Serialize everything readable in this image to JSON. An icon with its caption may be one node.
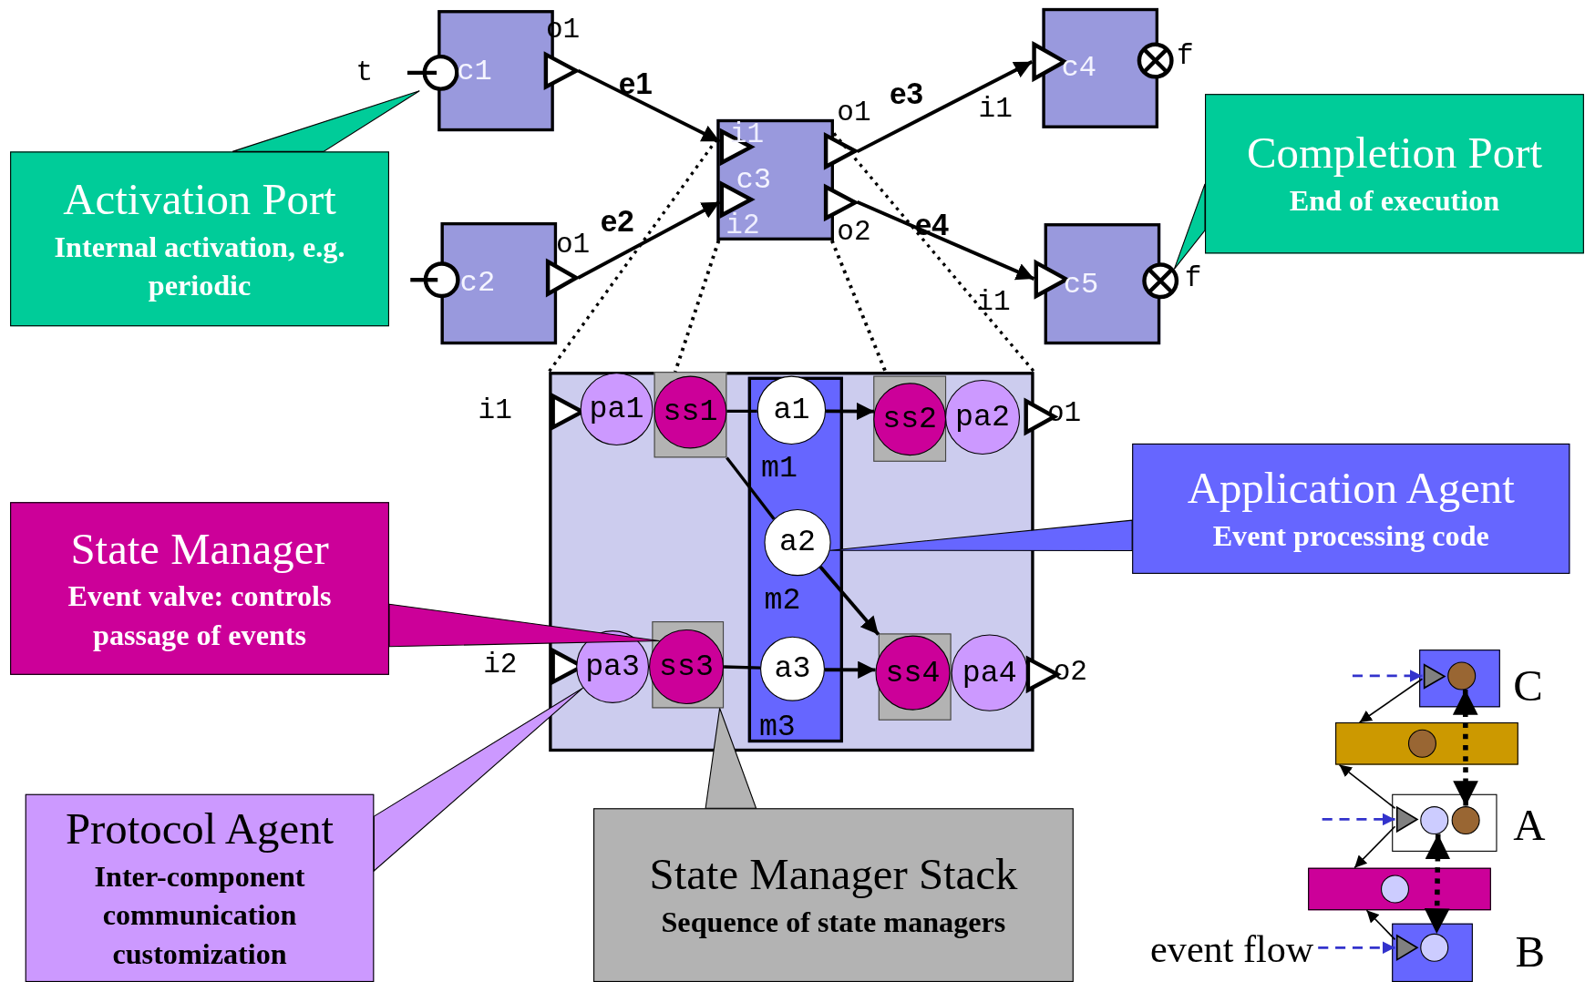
{
  "diagram": {
    "nodes": [
      {
        "text": [
          "c1"
        ]
      },
      {
        "text": [
          "t"
        ]
      },
      {
        "text": [
          "o1"
        ]
      },
      {
        "text": [
          "c3"
        ]
      },
      {
        "text": [
          "i1"
        ],
        "in": 3
      },
      {
        "text": [
          "i2"
        ],
        "in": 3
      },
      {
        "text": [
          "o1"
        ]
      },
      {
        "text": [
          "o2"
        ]
      },
      {
        "text": [
          "c4"
        ]
      },
      {
        "text": [
          "i1"
        ]
      },
      {
        "text": [
          "f"
        ]
      },
      {
        "text": [
          "Activation Port",
          "Internal activation, e.g. periodic"
        ]
      },
      {
        "text": [
          "Completion Port",
          "End of execution"
        ]
      },
      {
        "text": [
          "c2"
        ]
      },
      {
        "text": [],
        "shape": "circle"
      },
      {
        "text": [
          "o1"
        ]
      },
      {
        "text": [
          "c5"
        ]
      },
      {
        "text": [
          "i1"
        ]
      },
      {
        "text": [
          "f"
        ]
      },
      {
        "text": [],
        "shape": "box"
      },
      {
        "text": [
          "i1"
        ],
        "in": 19
      },
      {
        "text": [
          "i2"
        ],
        "in": 19
      },
      {
        "text": [
          "o1"
        ]
      },
      {
        "text": [
          "o2"
        ]
      },
      {
        "text": [
          "pa1"
        ],
        "in": 19
      },
      {
        "text": [],
        "shape": "box",
        "in": 19
      },
      {
        "text": [
          "ss1"
        ],
        "in": 25
      },
      {
        "text": [],
        "shape": "bar",
        "in": 19
      },
      {
        "text": [
          "a1"
        ],
        "in": 27,
        "beside": [
          "m1"
        ]
      },
      {
        "text": [],
        "shape": "box",
        "in": 19
      },
      {
        "text": [
          "ss2"
        ],
        "in": 29
      },
      {
        "text": [
          "pa2"
        ],
        "in": 19
      },
      {
        "text": [
          "a2"
        ],
        "in": 27,
        "beside": [
          "m2"
        ]
      },
      {
        "text": [
          "pa3"
        ],
        "in": 19
      },
      {
        "text": [],
        "shape": "box",
        "in": 19
      },
      {
        "text": [
          "ss3"
        ],
        "in": 34
      },
      {
        "text": [
          "a3"
        ],
        "in": 27,
        "beside": [
          "m3"
        ]
      },
      {
        "text": [],
        "shape": "box",
        "in": 19
      },
      {
        "text": [
          "ss4"
        ],
        "in": 37
      },
      {
        "text": [
          "pa4"
        ],
        "in": 19
      },
      {
        "text": [
          "Application Agent",
          "Event processing code"
        ]
      },
      {
        "text": [
          "State Manager",
          "Event valve: controls passage of events"
        ]
      },
      {
        "text": [
          "Protocol Agent",
          "Inter-component communication customization"
        ]
      },
      {
        "text": [
          "State Manager Stack",
          "Sequence of state managers"
        ]
      },
      {
        "text": [],
        "shape": "box",
        "beside": [
          "C"
        ]
      },
      {
        "text": [],
        "shape": "circle",
        "in": 44
      },
      {
        "text": [],
        "shape": "bar"
      },
      {
        "text": [],
        "shape": "circle",
        "in": 46
      },
      {
        "text": [],
        "shape": "box",
        "beside": [
          "A"
        ]
      },
      {
        "text": [],
        "shape": "circle",
        "in": 48
      },
      {
        "text": [],
        "shape": "circle",
        "in": 48
      },
      {
        "text": [],
        "shape": "bar"
      },
      {
        "text": [],
        "shape": "circle",
        "in": 51
      },
      {
        "text": [],
        "shape": "box",
        "beside": [
          "B"
        ]
      },
      {
        "text": [],
        "shape": "circle",
        "in": 53
      },
      {
        "text": [
          "event flow"
        ]
      },
      {
        "text": [],
        "shape": "triangle",
        "in": 44
      },
      {
        "text": [],
        "shape": "triangle",
        "in": 48
      },
      {
        "text": [],
        "shape": "triangle",
        "in": 53
      }
    ],
    "edges": [
      {
        "from": 2,
        "to": 4,
        "arrow": "to",
        "label": "e1"
      },
      {
        "from": 15,
        "to": 5,
        "arrow": "to",
        "label": "e2"
      },
      {
        "from": 6,
        "to": 9,
        "arrow": "to",
        "label": "e3"
      },
      {
        "from": 7,
        "to": 17,
        "arrow": "to",
        "label": "e4"
      },
      {
        "from": 3,
        "to": 19,
        "arrow": "none",
        "style": "dashed"
      },
      {
        "from": 3,
        "to": 19,
        "arrow": "none",
        "style": "dashed"
      },
      {
        "from": 3,
        "to": 19,
        "arrow": "none",
        "style": "dashed"
      },
      {
        "from": 3,
        "to": 19,
        "arrow": "none",
        "style": "dashed"
      },
      {
        "from": 26,
        "to": 28,
        "arrow": "none"
      },
      {
        "from": 28,
        "to": 30,
        "arrow": "to"
      },
      {
        "from": 25,
        "to": 32,
        "arrow": "none"
      },
      {
        "from": 32,
        "to": 37,
        "arrow": "to"
      },
      {
        "from": 35,
        "to": 36,
        "arrow": "none"
      },
      {
        "from": 36,
        "to": 38,
        "arrow": "to"
      },
      {
        "from": 11,
        "to": 1,
        "arrow": "none"
      },
      {
        "from": 12,
        "to": 18,
        "arrow": "none"
      },
      {
        "from": 40,
        "to": 32,
        "arrow": "none"
      },
      {
        "from": 41,
        "to": 35,
        "arrow": "none"
      },
      {
        "from": 42,
        "to": 33,
        "arrow": "none"
      },
      {
        "from": 43,
        "to": 34,
        "arrow": "none"
      },
      {
        "from": null,
        "to": 56,
        "arrow": "to",
        "style": "dashed",
        "color": "#3333cc"
      },
      {
        "from": null,
        "to": 57,
        "arrow": "to",
        "style": "dashed",
        "color": "#3333cc"
      },
      {
        "from": 55,
        "to": 58,
        "arrow": "to",
        "style": "dashed",
        "color": "#3333cc"
      },
      {
        "from": 56,
        "to": 46,
        "arrow": "to"
      },
      {
        "from": 57,
        "to": 46,
        "arrow": "to"
      },
      {
        "from": 57,
        "to": 51,
        "arrow": "to"
      },
      {
        "from": 58,
        "to": 51,
        "arrow": "to"
      },
      {
        "from": 45,
        "to": 50,
        "arrow": "both",
        "style": "dashed"
      },
      {
        "from": 49,
        "to": 54,
        "arrow": "both",
        "style": "dashed"
      }
    ]
  }
}
